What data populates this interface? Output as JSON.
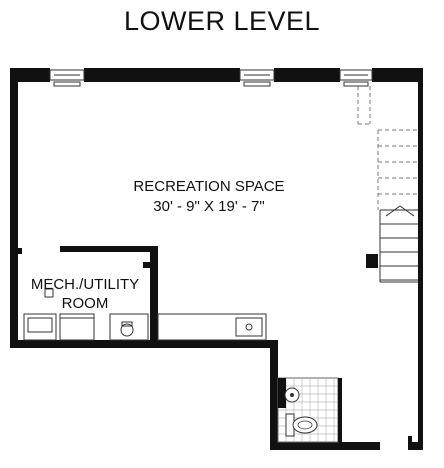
{
  "title": "LOWER LEVEL",
  "rooms": {
    "recreation": {
      "name": "RECREATION SPACE",
      "dimensions": "30' - 9\" X 19' - 7\""
    },
    "mechanical": {
      "name_line1": "MECH./UTILITY",
      "name_line2": "ROOM"
    }
  },
  "colors": {
    "wall": "#111111",
    "line": "#333333",
    "dashed": "#999999",
    "background": "#ffffff"
  }
}
